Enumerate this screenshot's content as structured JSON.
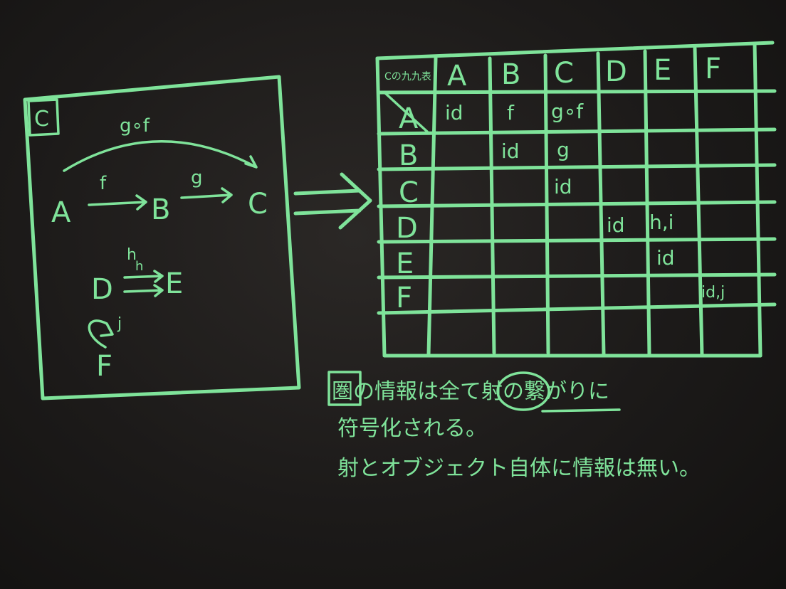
{
  "category": {
    "corner_label": "C",
    "objects": [
      "A",
      "B",
      "C",
      "D",
      "E",
      "F"
    ],
    "morphisms": {
      "f": "f",
      "g": "g",
      "gof": "g∘f",
      "h": "h",
      "i": "h",
      "j": "j"
    }
  },
  "table": {
    "corner": "Cの九九表",
    "columns": [
      "A",
      "B",
      "C",
      "D",
      "E",
      "F"
    ],
    "rows": [
      {
        "label": "A",
        "cells": [
          "id",
          "f",
          "g∘f",
          "",
          "",
          ""
        ]
      },
      {
        "label": "B",
        "cells": [
          "",
          "id",
          "g",
          "",
          "",
          ""
        ]
      },
      {
        "label": "C",
        "cells": [
          "",
          "",
          "id",
          "",
          "",
          ""
        ]
      },
      {
        "label": "D",
        "cells": [
          "",
          "",
          "",
          "id",
          "h,i",
          ""
        ]
      },
      {
        "label": "E",
        "cells": [
          "",
          "",
          "",
          "",
          "id",
          ""
        ]
      },
      {
        "label": "F",
        "cells": [
          "",
          "",
          "",
          "",
          "",
          "id,j"
        ]
      }
    ]
  },
  "notes": {
    "line1": "圏の情報は全て射の繋がりに",
    "line2": "符号化される。",
    "line3": "射とオブジェクト自体に情報は無い。"
  },
  "colors": {
    "chalk": "#7fe39a",
    "board": "#1c1a19"
  }
}
